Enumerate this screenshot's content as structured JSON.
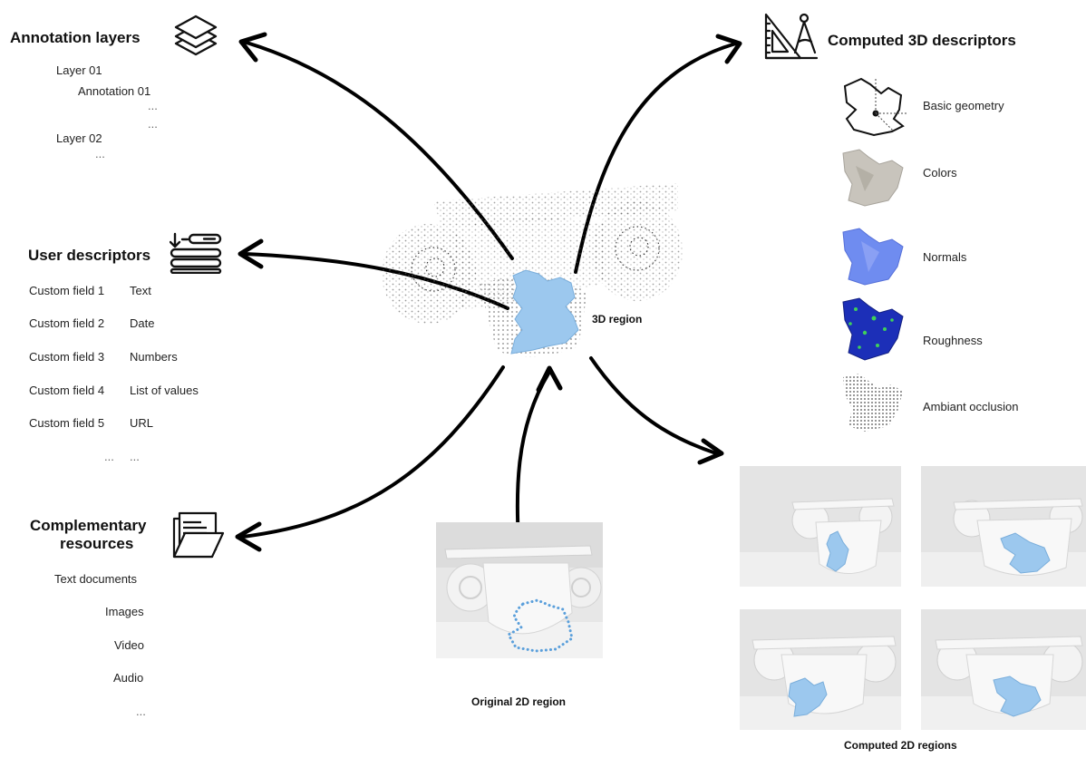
{
  "annotation_layers": {
    "title": "Annotation layers",
    "items": [
      "Layer 01",
      "Annotation 01",
      "...",
      "...",
      "Layer 02",
      "..."
    ]
  },
  "user_descriptors": {
    "title": "User descriptors",
    "rows": [
      {
        "field": "Custom field 1",
        "type": "Text"
      },
      {
        "field": "Custom field 2",
        "type": "Date"
      },
      {
        "field": "Custom field 3",
        "type": "Numbers"
      },
      {
        "field": "Custom field 4",
        "type": "List of values"
      },
      {
        "field": "Custom field 5",
        "type": "URL"
      },
      {
        "field": "...",
        "type": "..."
      }
    ]
  },
  "complementary_resources": {
    "title_line1": "Complementary",
    "title_line2": "resources",
    "items": [
      "Text documents",
      "Images",
      "Video",
      "Audio",
      "..."
    ]
  },
  "center": {
    "region_label": "3D region",
    "original_caption": "Original 2D region"
  },
  "computed_3d": {
    "title": "Computed 3D descriptors",
    "items": [
      "Basic geometry",
      "Colors",
      "Normals",
      "Roughness",
      "Ambiant occlusion"
    ]
  },
  "computed_2d": {
    "caption": "Computed 2D regions"
  },
  "colors": {
    "region_blue": "#9cc8ee",
    "normals": "#6f8cf0",
    "roughness": "#1c2fb8",
    "roughness_speck": "#3fd05a"
  }
}
